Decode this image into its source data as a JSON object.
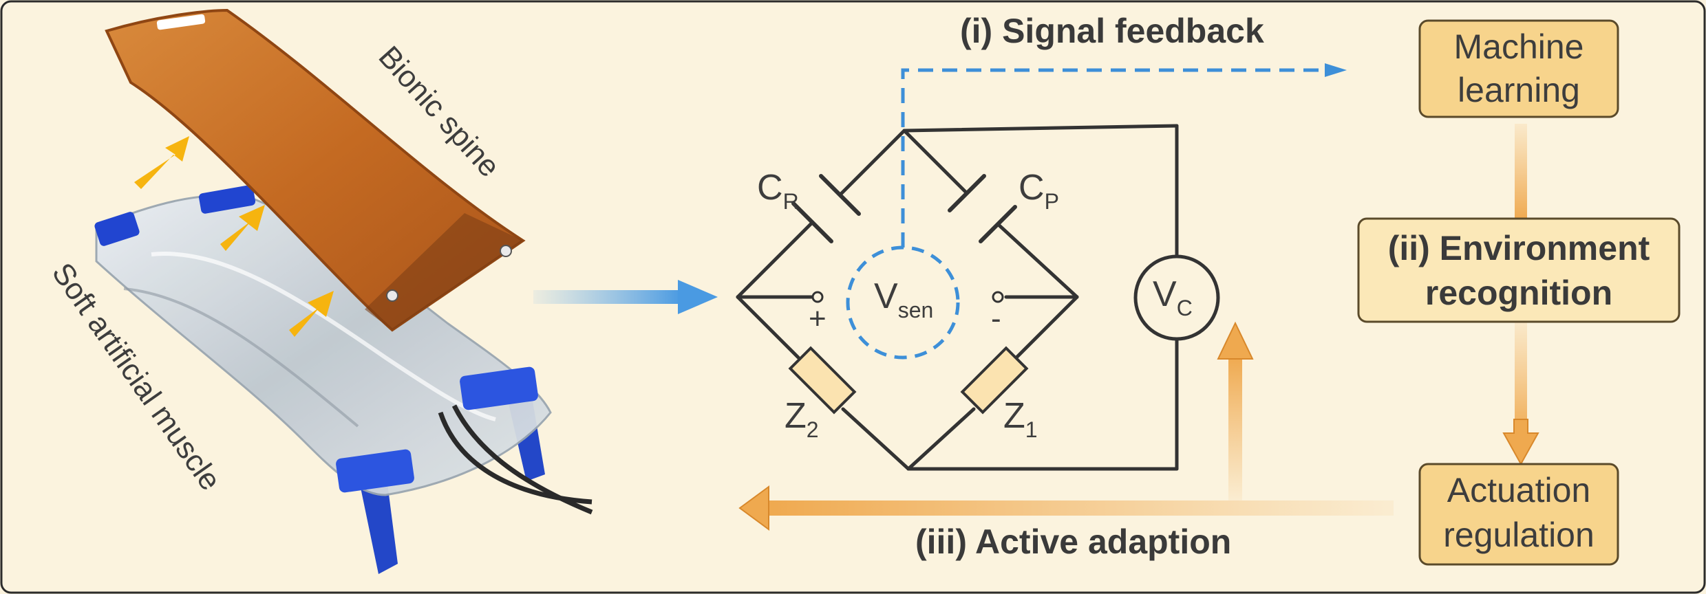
{
  "photo": {
    "spine_label": "Bionic spine",
    "muscle_label": "Soft artificial muscle"
  },
  "circuit": {
    "cr": {
      "main": "C",
      "sub": "R"
    },
    "cp": {
      "main": "C",
      "sub": "P"
    },
    "z2": {
      "main": "Z",
      "sub": "2"
    },
    "z1": {
      "main": "Z",
      "sub": "1"
    },
    "vsen": {
      "main": "V",
      "sub": "sen"
    },
    "vc": {
      "main": "V",
      "sub": "C"
    },
    "plus": "+",
    "minus": "-"
  },
  "flow": {
    "signal_feedback": "(i) Signal feedback",
    "active_adaption": "(iii) Active adaption"
  },
  "boxes": {
    "machine_learning": [
      "Machine",
      "learning"
    ],
    "environment_recognition": [
      "(ii) Environment",
      "recognition"
    ],
    "actuation_regulation": [
      "Actuation",
      "regulation"
    ]
  },
  "colors": {
    "background": "#fbf3de",
    "box_fill": "#f7d48c",
    "box_fill_light": "#fbe8b8",
    "box_stroke": "#5a4a2a",
    "dashed_blue": "#3d8fd8",
    "orange_arrow": "#f2b25e",
    "yellow_arrow": "#f6b40f",
    "spine_copper": "#c96b23",
    "muscle_blue": "#1f4fd1",
    "wire": "#333333"
  }
}
